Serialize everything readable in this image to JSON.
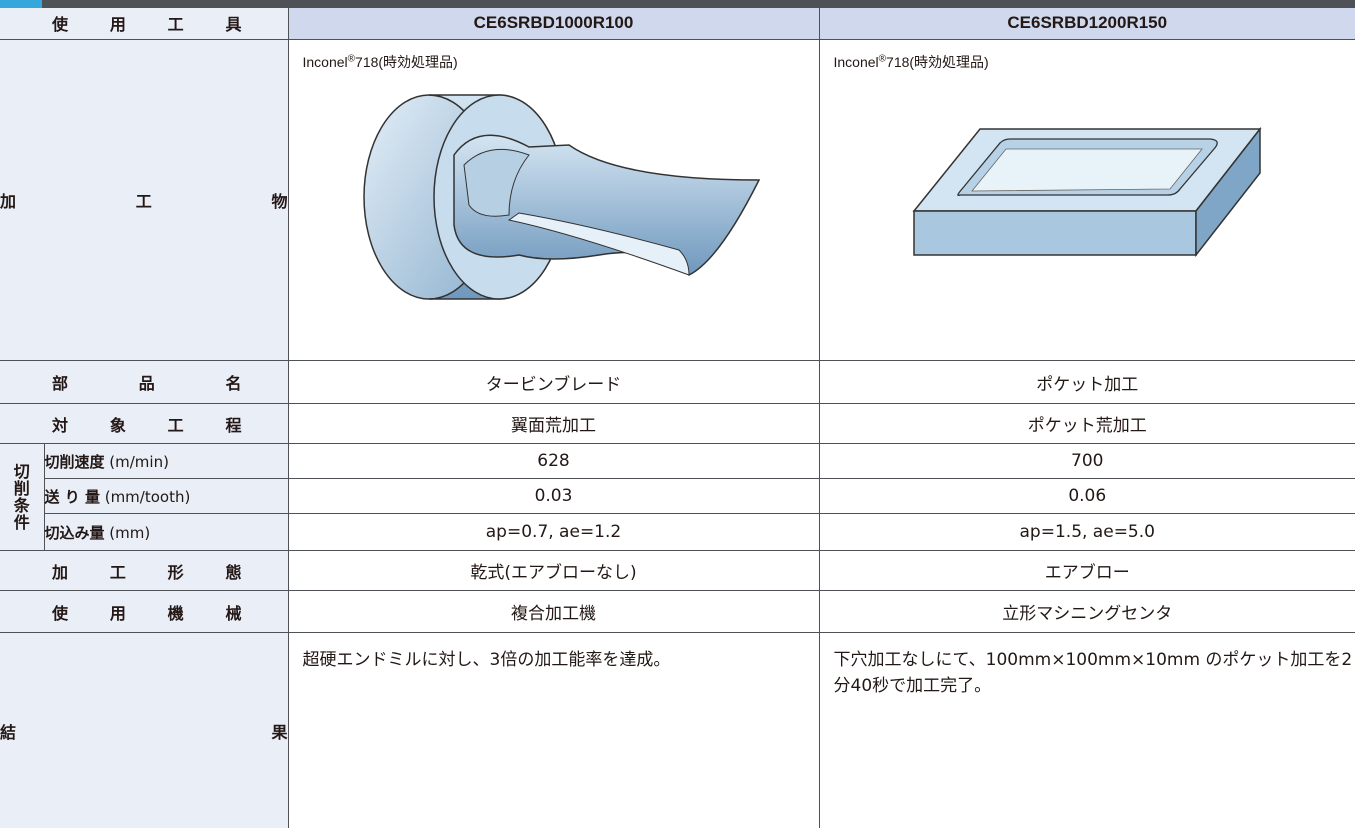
{
  "labels": {
    "tool": [
      "使",
      "用",
      "工",
      "具"
    ],
    "workpiece": [
      "加",
      "工",
      "物"
    ],
    "part_name": [
      "部",
      "品",
      "名"
    ],
    "process": [
      "対",
      "象",
      "工",
      "程"
    ],
    "cutting_conditions": [
      "切",
      "削",
      "条",
      "件"
    ],
    "speed_main": "切削速度",
    "speed_unit": " (m/min)",
    "feed_main": "送 り 量",
    "feed_unit": " (mm/tooth)",
    "depth_main": "切込み量",
    "depth_unit": " (mm)",
    "machining_type": [
      "加",
      "工",
      "形",
      "態"
    ],
    "machine": [
      "使",
      "用",
      "機",
      "械"
    ],
    "result": [
      "結",
      "果"
    ]
  },
  "columns": [
    {
      "tool": "CE6SRBD1000R100",
      "material_name": "Inconel",
      "material_reg": "®",
      "material_rest": "718(時効処理品)",
      "part_name": "タービンブレード",
      "process": "翼面荒加工",
      "speed": "628",
      "feed": "0.03",
      "depth": "ap=0.7, ae=1.2",
      "machining_type": "乾式(エアブローなし)",
      "machine": "複合加工機",
      "result": "超硬エンドミルに対し、3倍の加工能率を達成。"
    },
    {
      "tool": "CE6SRBD1200R150",
      "material_name": "Inconel",
      "material_reg": "®",
      "material_rest": "718(時効処理品)",
      "part_name": "ポケット加工",
      "process": "ポケット荒加工",
      "speed": "700",
      "feed": "0.06",
      "depth": "ap=1.5, ae=5.0",
      "machining_type": "エアブロー",
      "machine": "立形マシニングセンタ",
      "result": "下穴加工なしにて、100mm×100mm×10mm のポケット加工を2分40秒で加工完了。"
    }
  ],
  "colors": {
    "label_bg": "#eaeef7",
    "header_bg": "#cfd8ec",
    "border": "#4e5256",
    "accent": "#35a7dd"
  }
}
